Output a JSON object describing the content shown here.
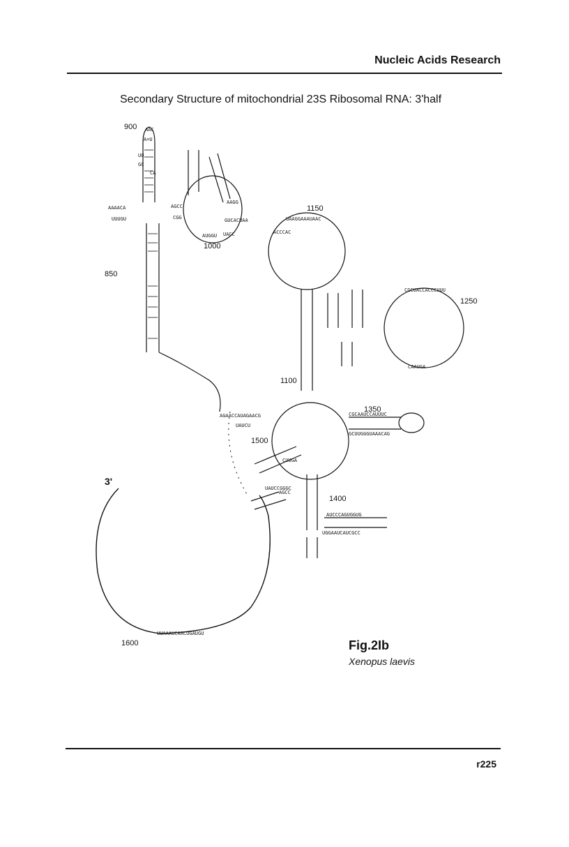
{
  "header": {
    "journal": "Nucleic Acids Research"
  },
  "title": "Secondary Structure of mitochondrial 23S Ribosomal RNA:  3'half",
  "figure": {
    "label": "Fig.2Ib",
    "species": "Xenopus laevis",
    "end_label": "3'",
    "position_labels": [
      "900",
      "850",
      "1000",
      "1150",
      "1250",
      "1100",
      "1350",
      "1500",
      "1400",
      "1600"
    ],
    "sequence_fragments": [
      "AAC",
      "A=U",
      "UU",
      "GC",
      "CA",
      "AAAACA",
      "UUUGU",
      "AGCC",
      "CGG",
      "AUGGU",
      "UACC",
      "AAGG",
      "GUCACUAA",
      "UAAGGAAAUAAC",
      "ACCCAC",
      "CGCUACCACCCUUU",
      "CAAUGA",
      "AGAACCAUAGAACG",
      "UAUCU",
      "CGCAAUCCAUUUC",
      "GCUUGGGUAAACAG",
      "AUCCCAGUGGUG",
      "UGGAAUCAUCGCC",
      "CUUGA",
      "AGCC",
      "UUAAAUCAACUGAUGU",
      "UAUCCGGGC"
    ]
  },
  "footer": {
    "page": "r225"
  }
}
